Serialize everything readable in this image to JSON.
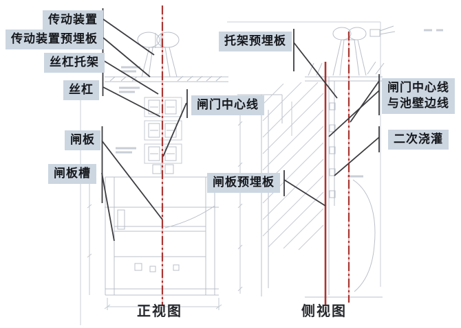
{
  "diagram": {
    "type": "engineering-installation-drawing",
    "labels": {
      "transmission_device": "传动装置",
      "transmission_device_embedded_plate": "传动装置预埋板",
      "screw_bracket": "丝杠托架",
      "screw": "丝杠",
      "gate_plate": "闸板",
      "gate_plate_groove": "闸板槽",
      "gate_centerline": "闸门中心线",
      "bracket_embedded_plate": "托架预埋板",
      "centerline_and_wall_edge": "闸门中心线\n与池壁边线",
      "secondary_grouting": "二次浇灌",
      "gate_plate_embedded_plate": "闸板预埋板"
    },
    "captions": {
      "front_view": "正视图",
      "side_view": "侧视图"
    },
    "colors": {
      "label_background": "#ccd6e1",
      "leader_line": "#3c3c40",
      "centerline_red": "#a93531",
      "centerline_halo": "#e8a5a5",
      "drawing_line": "#b9bfc9"
    }
  }
}
